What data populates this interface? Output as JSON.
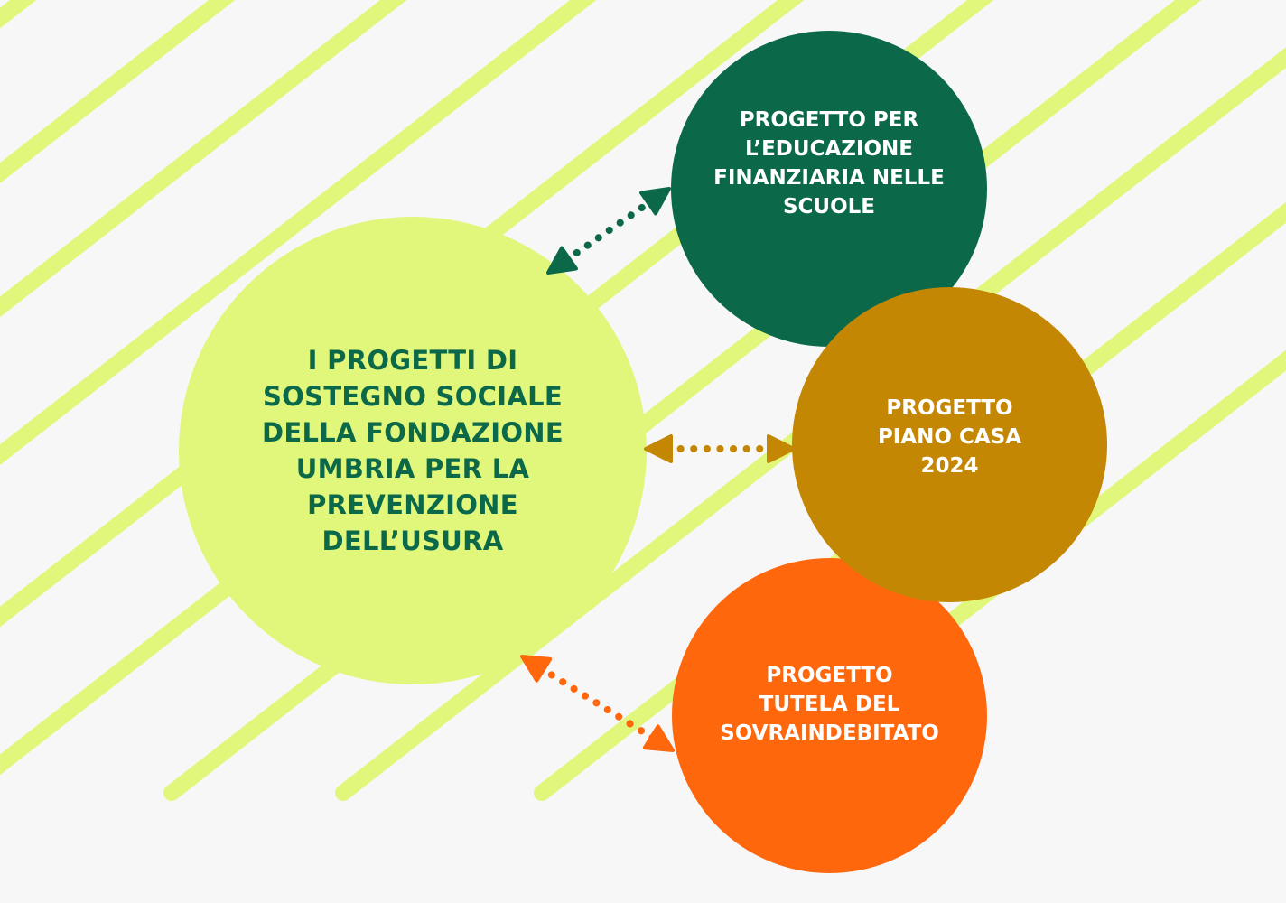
{
  "colors": {
    "background": "#f7f7f7",
    "stripe": "#e0f77b",
    "main_fill": "#e0f77b",
    "main_text": "#0b6949",
    "edu_fill": "#0b6949",
    "casa_fill": "#c48703",
    "tutela_fill": "#ff670d",
    "white_text": "#ffffff"
  },
  "center": {
    "label": "I PROGETTI DI\nSOSTEGNO SOCIALE\nDELLA FONDAZIONE\nUMBRIA PER LA\nPREVENZIONE\nDELL’USURA"
  },
  "projects": [
    {
      "id": "edu",
      "label": "PROGETTO PER\nL’EDUCAZIONE\nFINANZIARIA NELLE\nSCUOLE",
      "arrow_icon": "dotted-double-arrow"
    },
    {
      "id": "casa",
      "label": "PROGETTO\nPIANO CASA\n2024",
      "arrow_icon": "dotted-double-arrow"
    },
    {
      "id": "tutela",
      "label": "PROGETTO\nTUTELA DEL\nSOVRAINDEBITATO",
      "arrow_icon": "dotted-double-arrow"
    }
  ]
}
